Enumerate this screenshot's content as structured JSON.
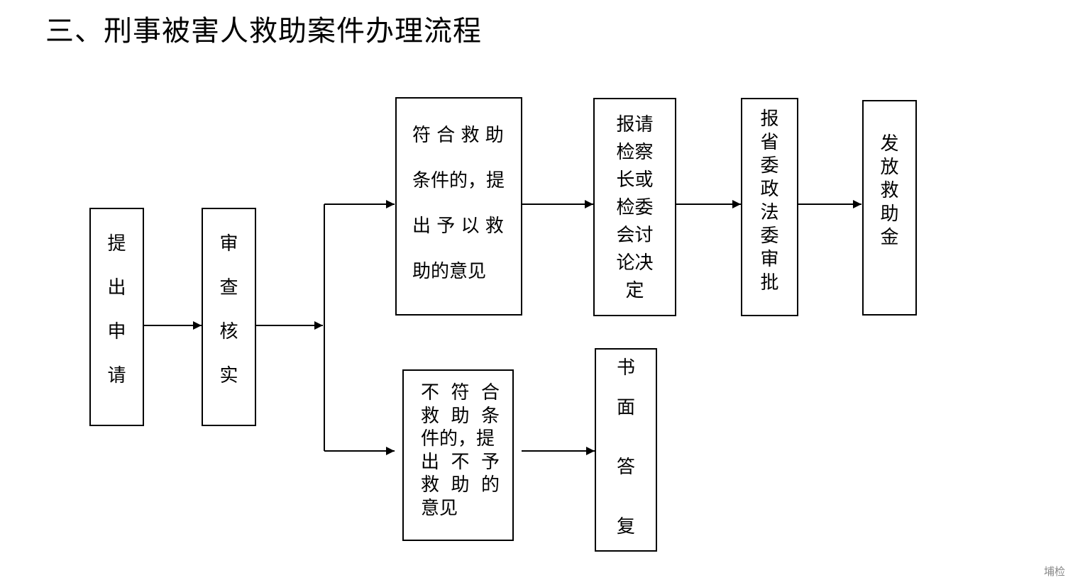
{
  "title": "三、刑事被害人救助案件办理流程",
  "nodes": {
    "apply": "提\n\n出\n\n申\n\n请",
    "review": "审\n\n查\n\n核\n\n实",
    "qualified": "符 合 救 助\n\n条件的，提\n\n出 予 以 救\n\n助的意见",
    "chief": "报请\n检察\n长或\n检委\n会讨\n论决\n定",
    "committee": "报\n省\n委\n政\n法\n委\n审\n批",
    "payout": "发\n放\n救\n助\n金",
    "unqualified": "不  符  合\n救  助  条\n件的，提\n出  不  予\n救  助  的\n意见",
    "written_reply": "书\n\n面\n\n\n答\n\n\n复"
  },
  "watermark": "埔检"
}
